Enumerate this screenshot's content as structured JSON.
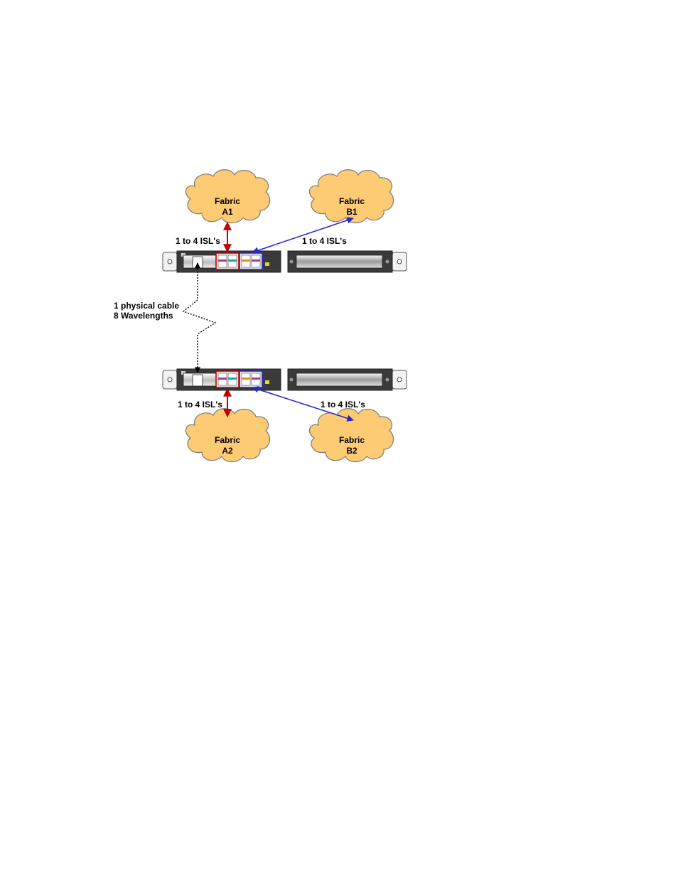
{
  "fabrics": {
    "a1": {
      "line1": "Fabric",
      "line2": "A1"
    },
    "b1": {
      "line1": "Fabric",
      "line2": "B1"
    },
    "a2": {
      "line1": "Fabric",
      "line2": "A2"
    },
    "b2": {
      "line1": "Fabric",
      "line2": "B2"
    }
  },
  "links": {
    "top_left_isl": "1 to 4 ISL's",
    "top_right_isl": "1 to 4 ISL's",
    "bottom_left_isl": "1 to 4 ISL's",
    "bottom_right_isl": "1 to 4 ISL's"
  },
  "cable": {
    "line1": "1 physical cable",
    "line2": "8 Wavelengths"
  },
  "colors": {
    "cloud_fill": "#FDCB74",
    "cloud_stroke": "#7a7a7a",
    "fabric_a_link": "#C00000",
    "fabric_b_link": "#2828D0",
    "chassis": "#3a3a3a",
    "panel_bg": "#e8e8e8"
  }
}
